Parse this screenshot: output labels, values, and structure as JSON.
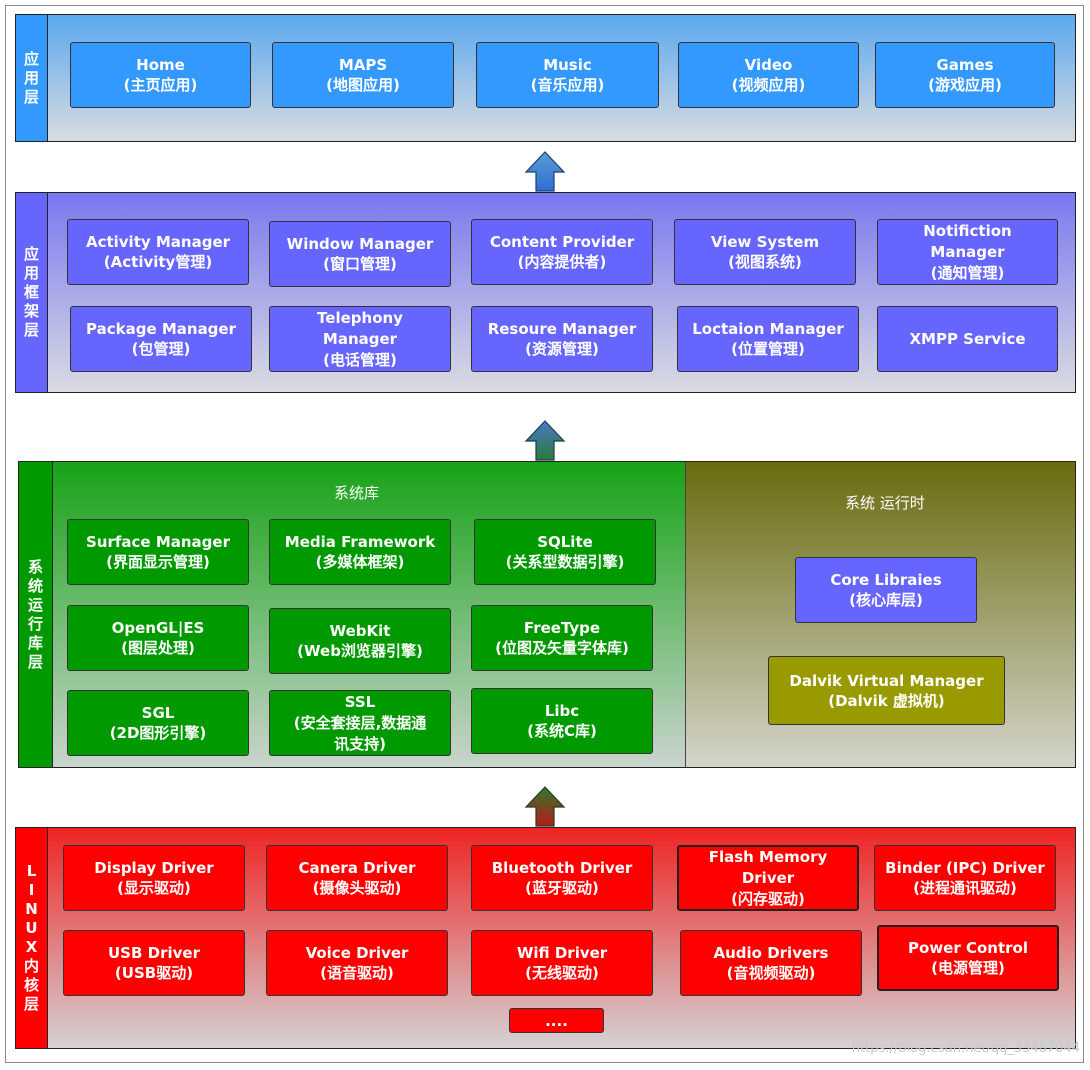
{
  "app_layer": {
    "side_label": [
      "应",
      "用",
      "层"
    ],
    "items": [
      {
        "l1": "Home",
        "l2": "(主页应用)"
      },
      {
        "l1": "MAPS",
        "l2": "(地图应用)"
      },
      {
        "l1": "Music",
        "l2": "(音乐应用)"
      },
      {
        "l1": "Video",
        "l2": "(视频应用)"
      },
      {
        "l1": "Games",
        "l2": "(游戏应用)"
      }
    ]
  },
  "framework_layer": {
    "side_label": [
      "应",
      "用",
      "框",
      "架",
      "层"
    ],
    "row1": [
      {
        "l1": "Activity Manager",
        "l2": "(Activity管理)"
      },
      {
        "l1": "Window Manager",
        "l2": "(窗口管理)"
      },
      {
        "l1": "Content Provider",
        "l2": "(内容提供者)"
      },
      {
        "l1": "View System",
        "l2": "(视图系统)"
      },
      {
        "l1": "Notifiction",
        "l2": "Manager",
        "l3": "(通知管理)"
      }
    ],
    "row2": [
      {
        "l1": "Package Manager",
        "l2": "(包管理)"
      },
      {
        "l1": "Telephony",
        "l2": "Manager",
        "l3": "(电话管理)"
      },
      {
        "l1": "Resoure Manager",
        "l2": "(资源管理)"
      },
      {
        "l1": "Loctaion Manager",
        "l2": "(位置管理)"
      },
      {
        "l1": "XMPP Service"
      }
    ]
  },
  "runtime_layer": {
    "side_label": [
      "系",
      "统",
      "运",
      "行",
      "库",
      "层"
    ],
    "libs_title": "系统库",
    "runtime_title": "系统 运行时",
    "libs": [
      {
        "l1": "Surface Manager",
        "l2": "(界面显示管理)"
      },
      {
        "l1": "Media Framework",
        "l2": "(多媒体框架)"
      },
      {
        "l1": "SQLite",
        "l2": "(关系型数据引擎)"
      },
      {
        "l1": "OpenGL|ES",
        "l2": "(图层处理)"
      },
      {
        "l1": "WebKit",
        "l2": "(Web浏览器引擎)"
      },
      {
        "l1": "FreeType",
        "l2": "(位图及矢量字体库)"
      },
      {
        "l1": "SGL",
        "l2": "(2D图形引擎)"
      },
      {
        "l1": "SSL",
        "l2": "(安全套接层,数据通",
        "l3": "讯支持)"
      },
      {
        "l1": "Libc",
        "l2": "(系统C库)"
      }
    ],
    "core": {
      "l1": "Core Libraies",
      "l2": "(核心库层)"
    },
    "dalvik": {
      "l1": "Dalvik Virtual Manager",
      "l2": "(Dalvik 虚拟机)"
    }
  },
  "kernel_layer": {
    "side_label": [
      "L",
      "I",
      "N",
      "U",
      "X",
      "内",
      "核",
      "层"
    ],
    "row1": [
      {
        "l1": "Display Driver",
        "l2": "(显示驱动)"
      },
      {
        "l1": "Canera Driver",
        "l2": "(摄像头驱动)"
      },
      {
        "l1": "Bluetooth Driver",
        "l2": "(蓝牙驱动)"
      },
      {
        "l1": "Flash Memory",
        "l2": "Driver",
        "l3": "(闪存驱动)"
      },
      {
        "l1": "Binder (IPC) Driver",
        "l2": "(进程通讯驱动)"
      }
    ],
    "row2": [
      {
        "l1": "USB Driver",
        "l2": "(USB驱动)"
      },
      {
        "l1": "Voice Driver",
        "l2": "(语音驱动)"
      },
      {
        "l1": "Wifi Driver",
        "l2": "(无线驱动)"
      },
      {
        "l1": "Audio Drivers",
        "l2": "(音视频驱动)"
      },
      {
        "l1": "Power Control",
        "l2": "(电源管理)"
      }
    ],
    "more": "....",
    "watermark": "https://blog.csdn.net/qq_33487044"
  },
  "colors": {
    "app": "#3399ff",
    "framework": "#6666ff",
    "runtime": "#009900",
    "kernel": "#ff0000",
    "dalvik": "#999900"
  }
}
